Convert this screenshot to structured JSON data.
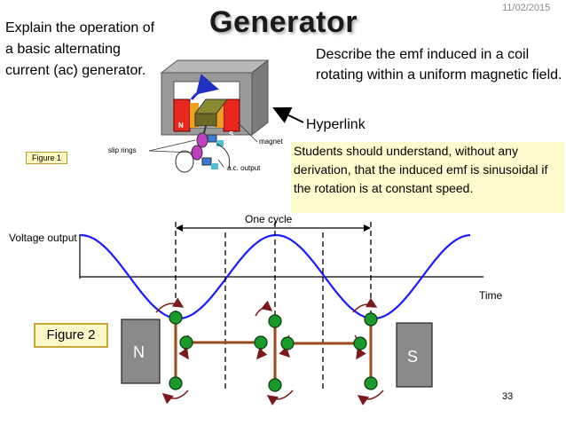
{
  "slide": {
    "date": "11/02/2015",
    "title": "Generator",
    "explain_text": "Explain the operation of a basic alternating current (ac) generator.",
    "describe_text": "Describe the emf induced in a coil rotating within a uniform magnetic field.",
    "hyperlink_text": "Hyperlink",
    "note_text": "Students should understand, without any derivation, that the induced emf is sinusoidal if the rotation is at constant speed.",
    "page_number": "33"
  },
  "figure1": {
    "caption": "Figure 1",
    "labels": {
      "slip_rings": "slip rings",
      "magnet": "magnet",
      "ac_output": "a.c. output",
      "north": "N",
      "south": "S"
    }
  },
  "figure2": {
    "caption": "Figure 2",
    "y_label": "Voltage output",
    "x_label": "Time",
    "cycle_label": "One cycle",
    "north": "N",
    "south": "S"
  },
  "colors": {
    "note_background": "#fffbcc",
    "magnet_red": "#e8281e",
    "coil_brown": "#9a4a1e",
    "conductor_green": "#1a9a2a",
    "arrow_maroon": "#7a1a1a",
    "magnet_grey": "#8a8a8a"
  }
}
